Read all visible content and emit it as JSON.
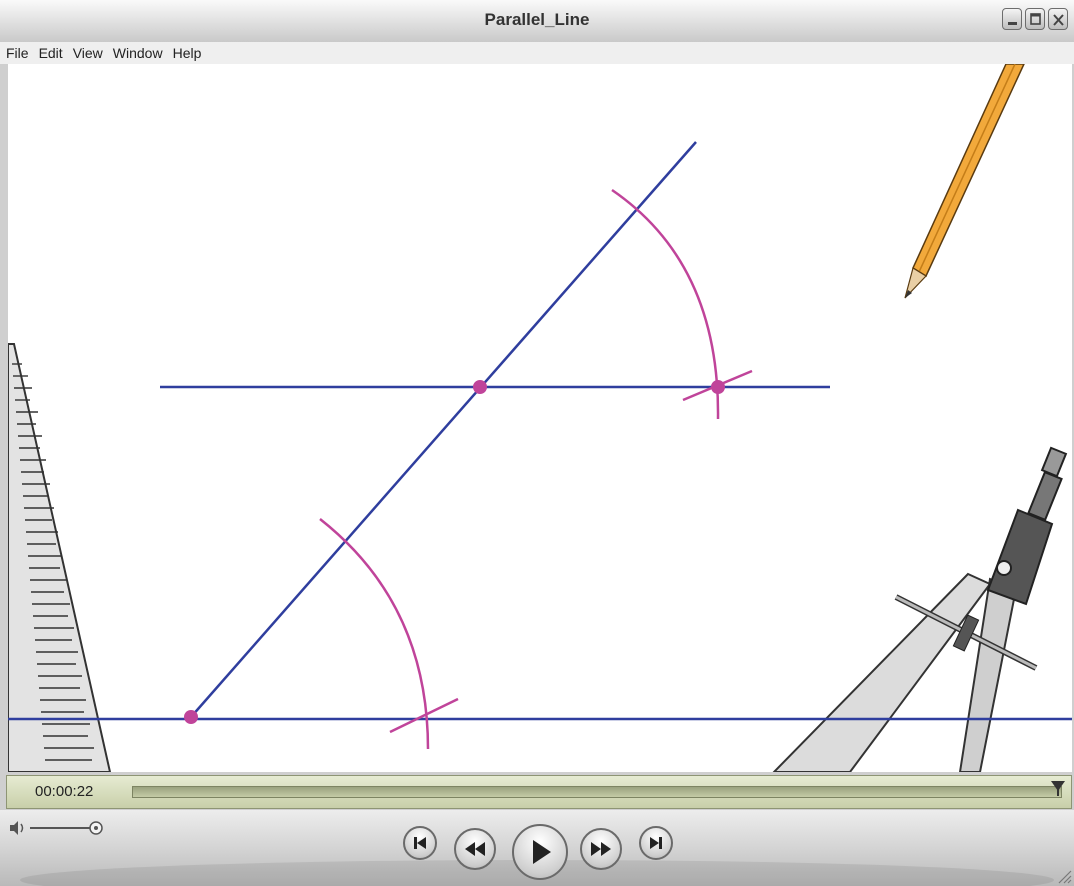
{
  "window": {
    "title": "Parallel_Line"
  },
  "menu": {
    "items": [
      "File",
      "Edit",
      "View",
      "Window",
      "Help"
    ]
  },
  "player": {
    "timecode": "00:00:22"
  },
  "colors": {
    "line": "#2f3e9e",
    "arc": "#c0449a",
    "point": "#c0449a"
  },
  "icons": {
    "minimize": "minimize-icon",
    "maximize": "maximize-icon",
    "close": "close-icon",
    "volume": "speaker-icon",
    "skip_back": "skip-to-start-icon",
    "rewind": "rewind-icon",
    "play": "play-icon",
    "fast_forward": "fast-forward-icon",
    "skip_forward": "skip-to-end-icon"
  }
}
